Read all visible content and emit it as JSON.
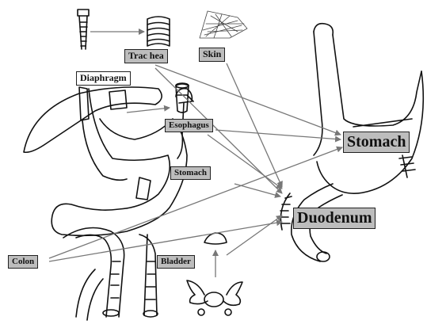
{
  "labels": {
    "trachea": "Trac hea",
    "skin": "Skin",
    "diaphragm": "Diaphragm",
    "esophagus": "Esophagus",
    "stomach_small": "Stomach",
    "stomach_big": "Stomach",
    "duodenum": "Duodenum",
    "colon": "Colon",
    "bladder": "Bladder"
  },
  "colors": {
    "label_fill": "#bdbdbd",
    "arrow": "#777777",
    "ink": "#111111"
  }
}
